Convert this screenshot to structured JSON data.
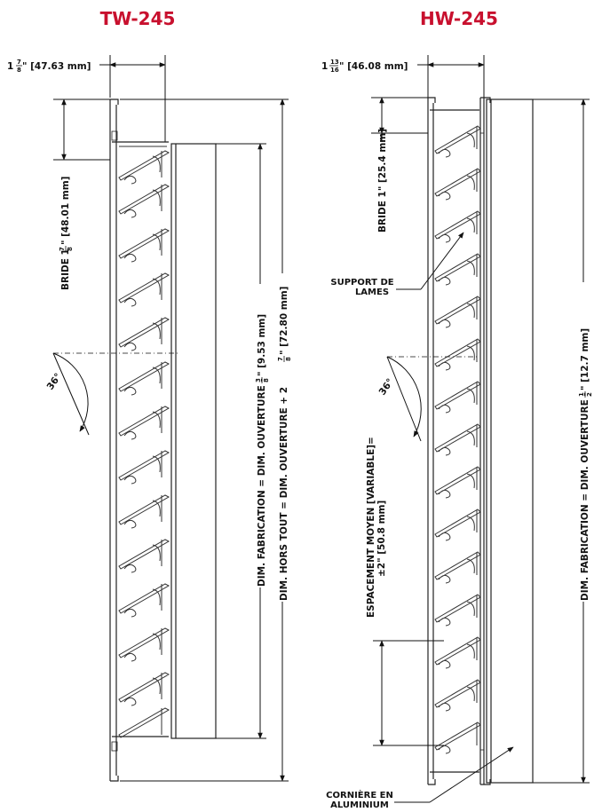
{
  "colors": {
    "title": "#c8102e",
    "line": "#111111"
  },
  "tw": {
    "title": "TW-245",
    "width_whole": "1",
    "width_frac_num": "7",
    "width_frac_den": "8",
    "width_rest": "\" [47.63 mm]",
    "bride_prefix": "BRIDE 1",
    "bride_frac_num": "7",
    "bride_frac_den": "8",
    "bride_rest": "\" [48.01 mm]",
    "fab_prefix": "DIM. FABRICATION = DIM. OUVERTURE -",
    "fab_frac_num": "3",
    "fab_frac_den": "8",
    "fab_rest": "\" [9.53 mm]",
    "overall_prefix": "DIM. HORS TOUT = DIM. OUVERTURE + 2",
    "overall_frac_num": "7",
    "overall_frac_den": "8",
    "overall_rest": "\" [72.80 mm]",
    "angle": "36°"
  },
  "hw": {
    "title": "HW-245",
    "width_whole": "1",
    "width_frac_num": "13",
    "width_frac_den": "16",
    "width_rest": "\" [46.08 mm]",
    "bride": "BRIDE 1\" [25.4 mm]",
    "support_line1": "SUPPORT DE",
    "support_line2": "LAMES",
    "spacing_line1": "ESPACEMENT MOYEN [VARIABLE]=",
    "spacing_line2": "±2\" [50.8 mm]",
    "fab_prefix": "DIM. FABRICATION = DIM. OUVERTURE -",
    "fab_frac_num": "1",
    "fab_frac_den": "2",
    "fab_rest": "\" [12.7 mm]",
    "angle": "36°",
    "corner_line1": "CORNIÈRE EN",
    "corner_line2": "ALUMINIUM"
  }
}
